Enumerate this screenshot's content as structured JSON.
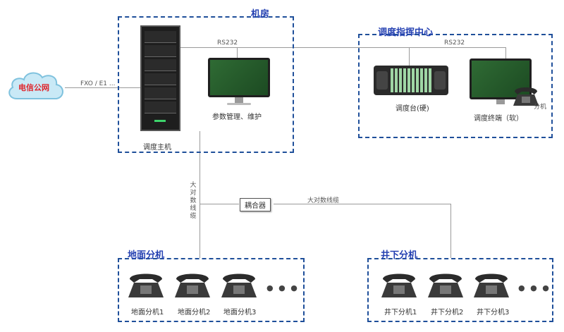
{
  "cloud": {
    "label": "电信公网"
  },
  "links": {
    "fxo": "FXO / E1 ...",
    "rs232_a": "RS232",
    "rs232_b": "RS232",
    "cable_vertical": "大对数线缆",
    "cable_horizontal": "大对数线缆"
  },
  "room": {
    "title": "机房",
    "host_label": "调度主机",
    "pc_label": "参数管理、维护"
  },
  "dispatch": {
    "title": "调度指挥中心",
    "console_label": "调度台(硬)",
    "terminal_label": "调度终端（软）",
    "ext_label": "分机"
  },
  "coupler": {
    "label": "耦合器"
  },
  "ground": {
    "title": "地面分机",
    "phones": [
      "地面分机1",
      "地面分机2",
      "地面分机3"
    ],
    "more": "● ● ●"
  },
  "underground": {
    "title": "井下分机",
    "phones": [
      "井下分机1",
      "井下分机2",
      "井下分机3"
    ],
    "more": "● ● ●"
  },
  "colors": {
    "box_border": "#1f4f9a",
    "title": "#2541b2",
    "cloud_text": "#e0252b",
    "line": "#9a9a9a"
  }
}
